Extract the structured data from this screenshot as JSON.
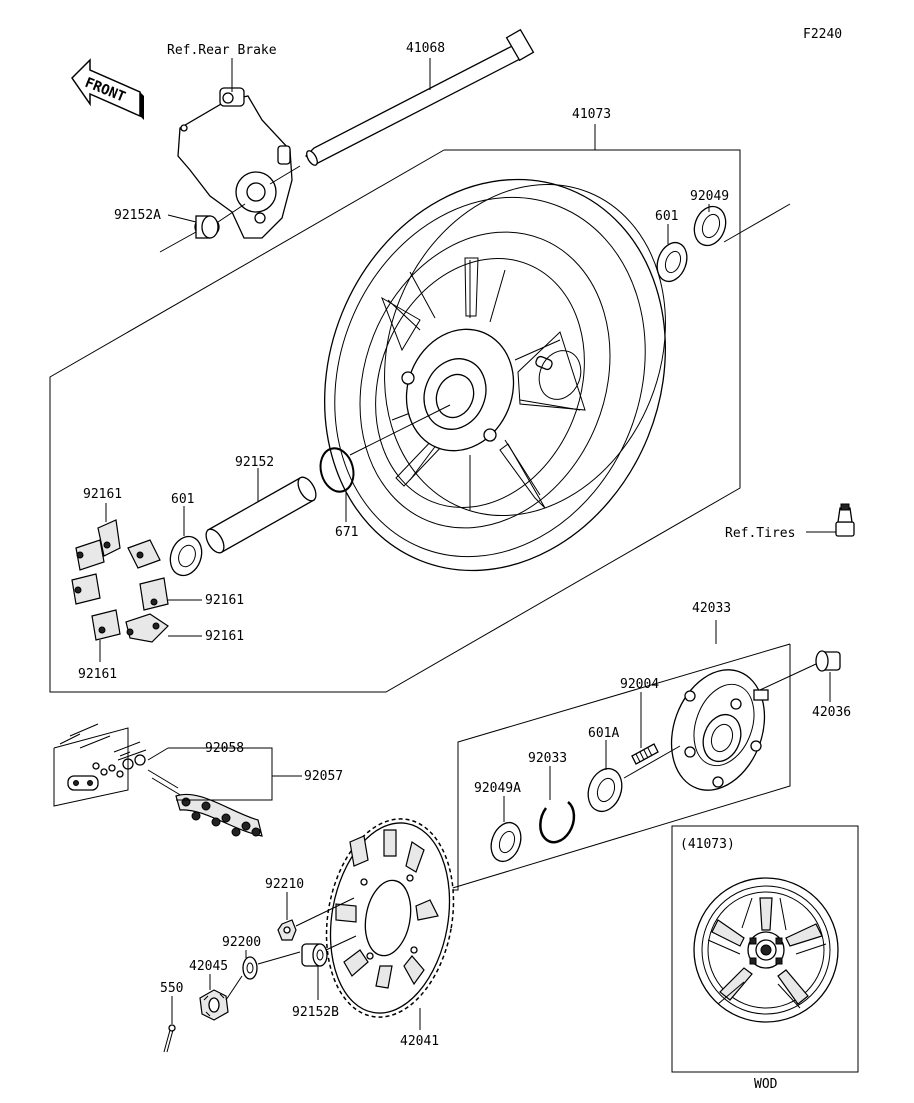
{
  "figure_code": "F2240",
  "front_label": "FRONT",
  "inset_title": "(41073)",
  "inset_caption": "WOD",
  "refs": {
    "rear_brake": "Ref.Rear Brake",
    "tires": "Ref.Tires"
  },
  "parts": {
    "p41068": "41068",
    "p41073": "41073",
    "p92049": "92049",
    "p601_top": "601",
    "p92152A": "92152A",
    "p92152": "92152",
    "p671": "671",
    "p92161_a": "92161",
    "p601_left": "601",
    "p92161_b": "92161",
    "p92161_c": "92161",
    "p92161_d": "92161",
    "p42033": "42033",
    "p92004": "92004",
    "p42036": "42036",
    "p601A": "601A",
    "p92033": "92033",
    "p92049A": "92049A",
    "p92058": "92058",
    "p92057": "92057",
    "p92210": "92210",
    "p92200": "92200",
    "p42045": "42045",
    "p550": "550",
    "p92152B": "92152B",
    "p42041": "42041"
  }
}
